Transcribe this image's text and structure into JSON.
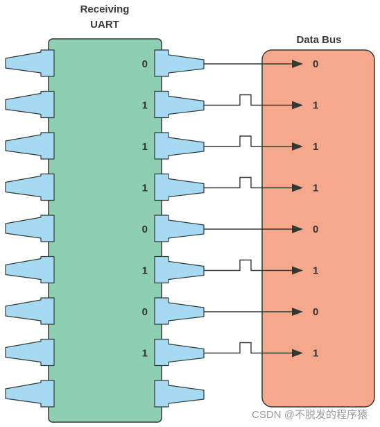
{
  "uart": {
    "title_line1": "Receiving",
    "title_line2": "UART",
    "body_color": "#8ecfb4",
    "border_color": "#2f3a34"
  },
  "bus": {
    "title": "Data Bus",
    "body_color": "#f6a88c"
  },
  "pin_color": "#a6d9f2",
  "rows": [
    {
      "uart_bit": "0",
      "bus_bit": "0",
      "pulse": false
    },
    {
      "uart_bit": "1",
      "bus_bit": "1",
      "pulse": true
    },
    {
      "uart_bit": "1",
      "bus_bit": "1",
      "pulse": true
    },
    {
      "uart_bit": "1",
      "bus_bit": "1",
      "pulse": true
    },
    {
      "uart_bit": "0",
      "bus_bit": "0",
      "pulse": false
    },
    {
      "uart_bit": "1",
      "bus_bit": "1",
      "pulse": true
    },
    {
      "uart_bit": "0",
      "bus_bit": "0",
      "pulse": false
    },
    {
      "uart_bit": "1",
      "bus_bit": "1",
      "pulse": true
    },
    {
      "uart_bit": "",
      "bus_bit": "",
      "pulse": false
    }
  ],
  "watermark": "CSDN @不脱发的程序猿"
}
